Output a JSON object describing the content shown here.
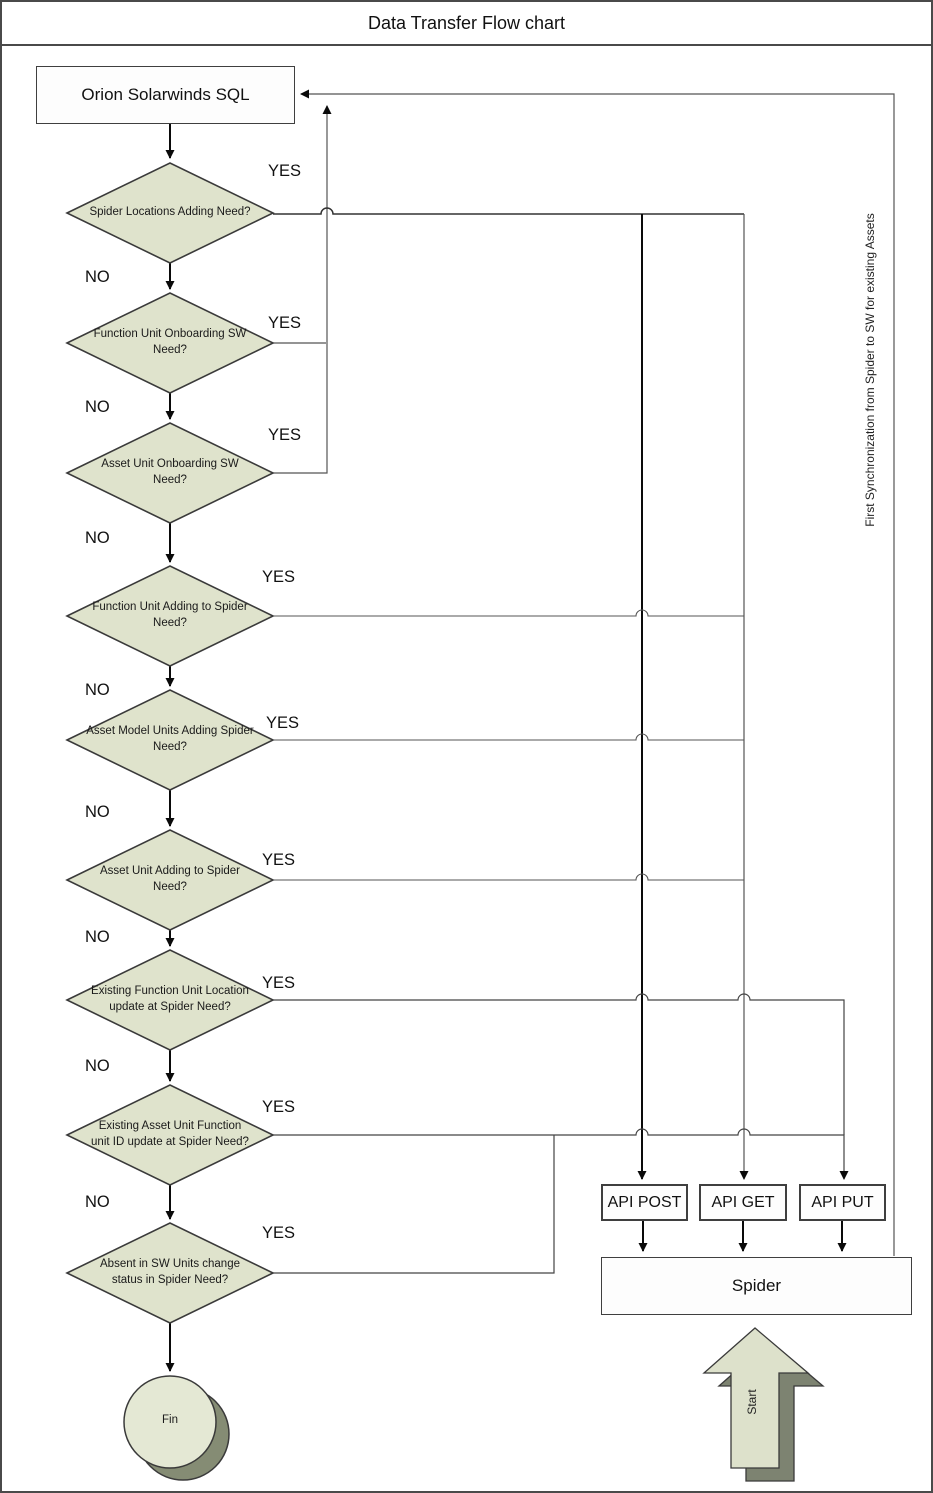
{
  "title": "Data Transfer Flow chart",
  "side_note": "First Synchronization from Spider to SW for existing Assets",
  "labels": {
    "yes": "YES",
    "no": "NO"
  },
  "source_box": {
    "label": "Orion Solarwinds SQL"
  },
  "decisions": [
    {
      "label": "Spider Locations Adding Need?"
    },
    {
      "label": "Function Unit Onboarding SW Need?"
    },
    {
      "label": "Asset Unit Onboarding SW Need?"
    },
    {
      "label": "Function Unit Adding to Spider Need?"
    },
    {
      "label": "Asset Model Units Adding Spider Need?"
    },
    {
      "label": "Asset Unit Adding to Spider Need?"
    },
    {
      "label": "Existing Function Unit Location update at Spider Need?"
    },
    {
      "label": "Existing Asset Unit Function unit ID update at Spider Need?"
    },
    {
      "label": "Absent in SW Units change status in Spider Need?"
    }
  ],
  "api_boxes": [
    {
      "label": "API POST"
    },
    {
      "label": "API GET"
    },
    {
      "label": "API PUT"
    }
  ],
  "spider_box": {
    "label": "Spider"
  },
  "terminator": {
    "label": "Fin"
  },
  "start_arrow": {
    "label": "Start"
  },
  "colors": {
    "node_fill": "#dfe3cc",
    "node_stroke": "#3a3a3a",
    "connector": "#555555",
    "spine": "#0a0a0a",
    "shadow": "#858c74"
  }
}
